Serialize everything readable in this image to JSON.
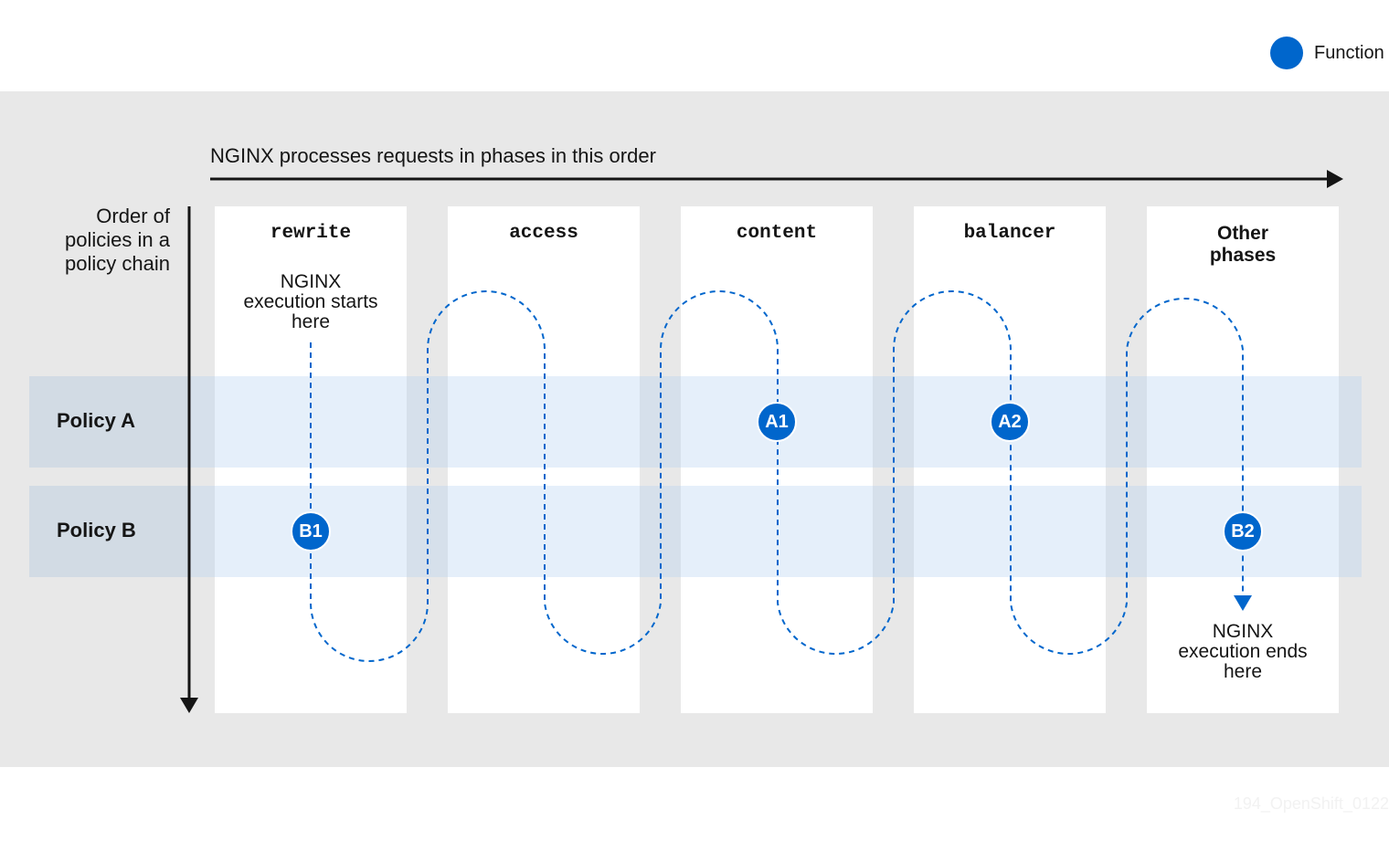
{
  "legend": {
    "label": "Function",
    "color": "#0066cc"
  },
  "axis": {
    "x_label": "NGINX processes requests in phases in this order",
    "y_label": "Order of policies in a policy chain"
  },
  "phases": [
    "rewrite",
    "access",
    "content",
    "balancer",
    "Other phases"
  ],
  "policies": [
    "Policy A",
    "Policy B"
  ],
  "functions": [
    "B1",
    "A1",
    "A2",
    "B2"
  ],
  "notes": {
    "start": "NGINX execution starts here",
    "end": "NGINX execution ends here"
  },
  "watermark": "194_OpenShift_0122"
}
